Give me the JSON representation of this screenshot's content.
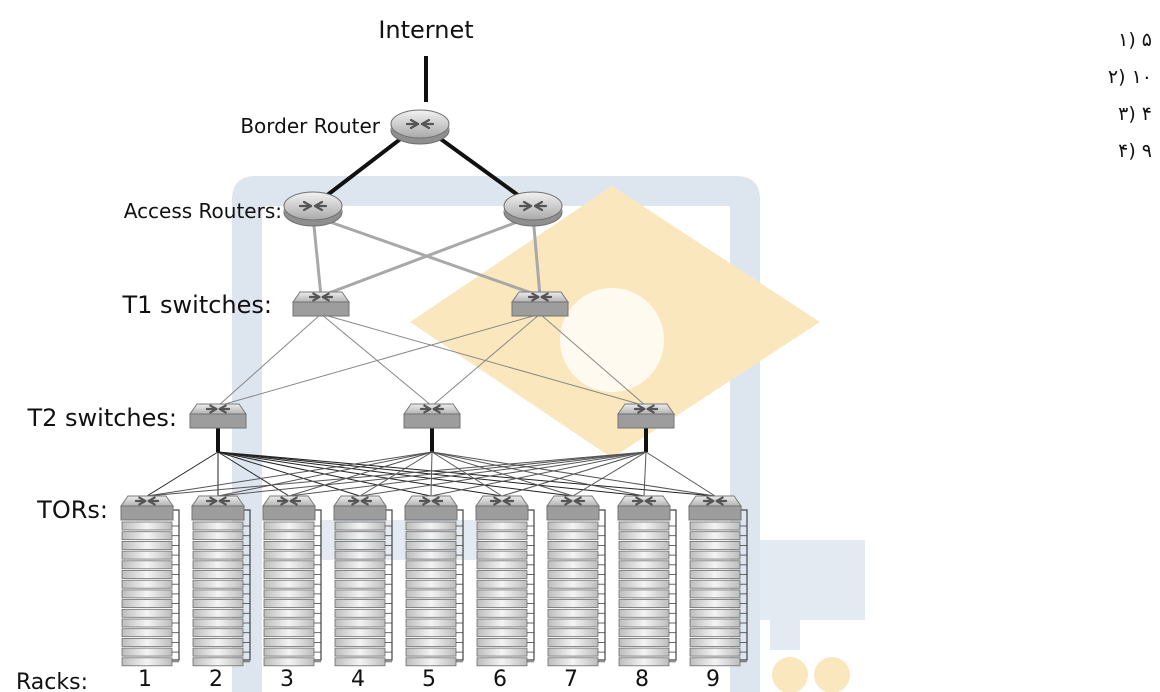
{
  "diagram": {
    "internet_label": "Internet",
    "border_router_label": "Border Router",
    "access_routers_label": "Access Routers:",
    "t1_label": "T1 switches:",
    "t2_label": "T2 switches:",
    "tors_label": "TORs:",
    "racks_label": "Racks:",
    "racks": [
      "1",
      "2",
      "3",
      "4",
      "5",
      "6",
      "7",
      "8",
      "9"
    ]
  },
  "answer_options": [
    "۵ (۱",
    "۱۰ (۲",
    "۴ (۳",
    "۹ (۴"
  ],
  "colors": {
    "watermark_blue": "#dde5ef",
    "watermark_orange": "#fbe7bd",
    "device_gray": "#c9c9c9",
    "thick_link": "#111111",
    "gray_link": "#a8a8a8"
  }
}
